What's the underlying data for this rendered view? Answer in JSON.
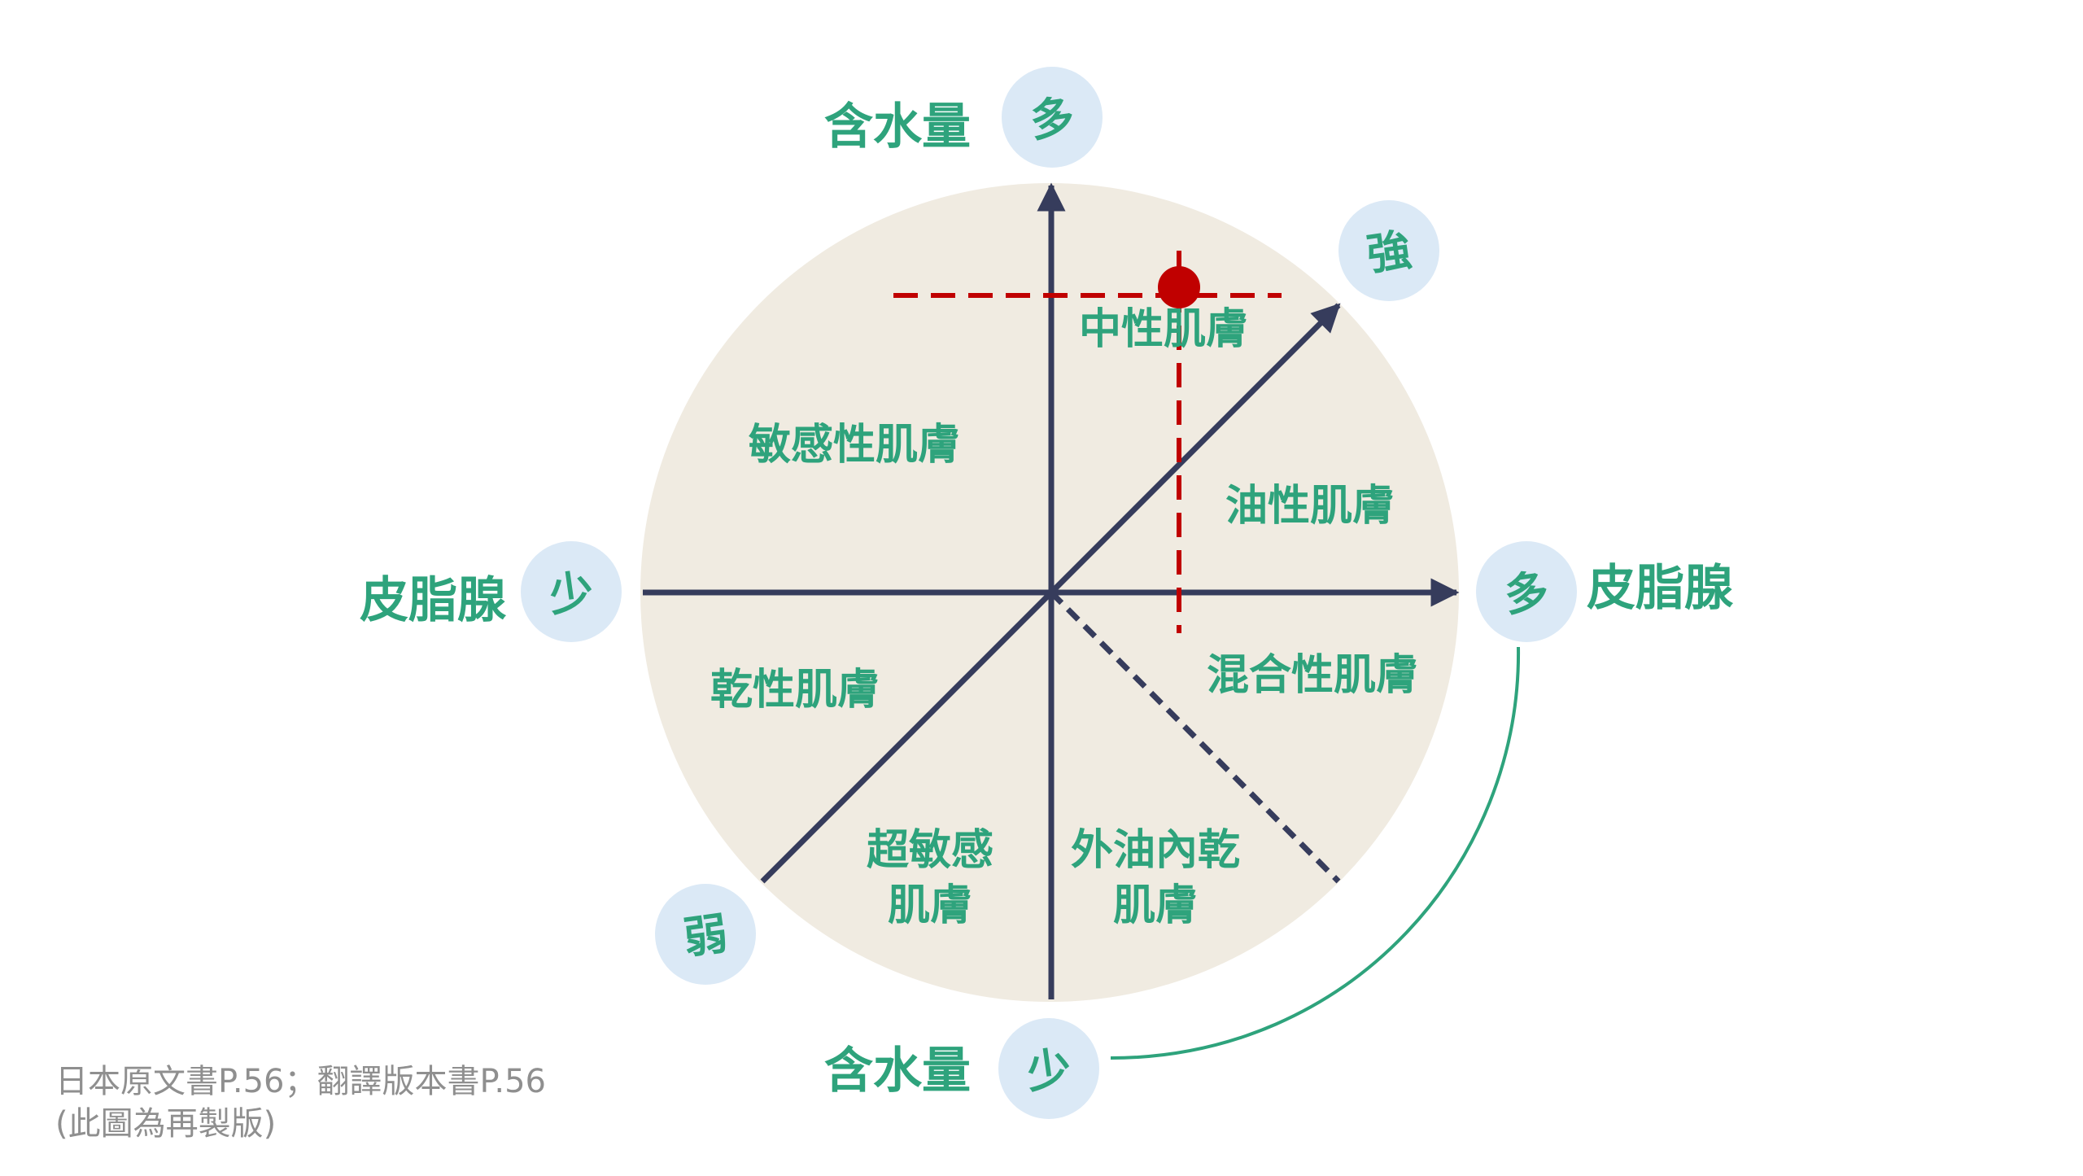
{
  "axes": {
    "water_label": "含水量",
    "sebum_label": "皮脂腺",
    "water_high": "多",
    "water_low": "少",
    "sebum_high": "多",
    "sebum_low": "少",
    "resistance_strong": "強",
    "resistance_weak": "弱"
  },
  "regions": {
    "normal": "中性肌膚",
    "sensitive": "敏感性肌膚",
    "oily": "油性肌膚",
    "dry": "乾性肌膚",
    "combination": "混合性肌膚",
    "super_sensitive_line1": "超敏感",
    "super_sensitive_line2": "肌膚",
    "oily_outside_dry_inside_line1": "外油內乾",
    "oily_outside_dry_inside_line2": "肌膚"
  },
  "source": {
    "line1": "日本原文書P.56；翻譯版本書P.56",
    "line2": "(此圖為再製版)"
  },
  "colors": {
    "disk": "#f0ebe1",
    "axis": "#363c5c",
    "label_green": "#2ea37c",
    "badge": "#dbe9f6",
    "marker": "#c00000"
  }
}
